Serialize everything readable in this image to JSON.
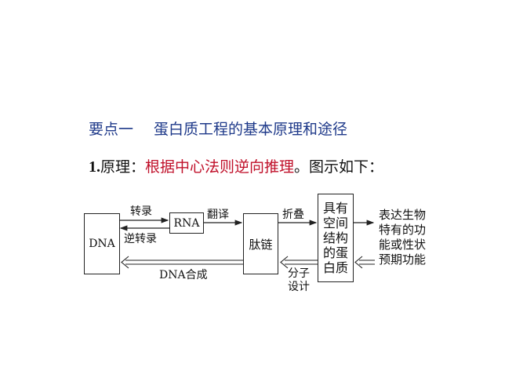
{
  "heading": {
    "label": "要点一",
    "title": "蛋白质工程的基本原理和途径",
    "color": "#1f3a8a"
  },
  "principle": {
    "number": "1.",
    "label": "原理：",
    "highlight": "根据中心法则逆向推理",
    "suffix": "。图示如下：",
    "highlight_color": "#c0102a"
  },
  "diagram": {
    "boxes": {
      "dna": "DNA",
      "rna": "RNA",
      "peptide": "肽链",
      "protein_lines": [
        "具有",
        "空间",
        "结构",
        "的蛋",
        "白质"
      ]
    },
    "arrows": {
      "transcription": "转录",
      "reverse_transcription": "逆转录",
      "translation": "翻译",
      "folding": "折叠",
      "dna_synthesis": "DNA合成",
      "molecular_design_lines": [
        "分子",
        "设计"
      ]
    },
    "output_lines": [
      "表达生物",
      "特有的功",
      "能或性状",
      "预期功能"
    ]
  }
}
